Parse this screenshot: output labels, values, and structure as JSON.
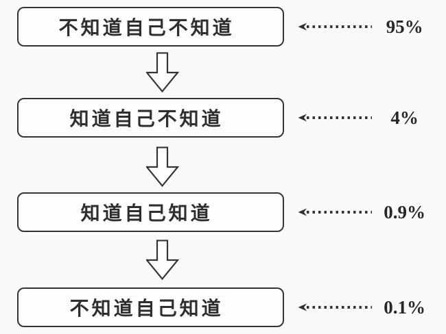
{
  "diagram": {
    "type": "flowchart",
    "rows": [
      {
        "label": "不知道自己不知道",
        "value": "95%"
      },
      {
        "label": "知道自己不知道",
        "value": "4%"
      },
      {
        "label": "知道自己知道",
        "value": "0.9%"
      },
      {
        "label": "不知道自己知道",
        "value": "0.1%"
      }
    ],
    "connector": "hollow-down-arrow",
    "value_pointer": "dotted-left-arrow",
    "colors": {
      "ink": "#343434",
      "paper": "#fafaf8",
      "box_fill": "#fdfdfb",
      "text": "#2e2e2e"
    }
  }
}
